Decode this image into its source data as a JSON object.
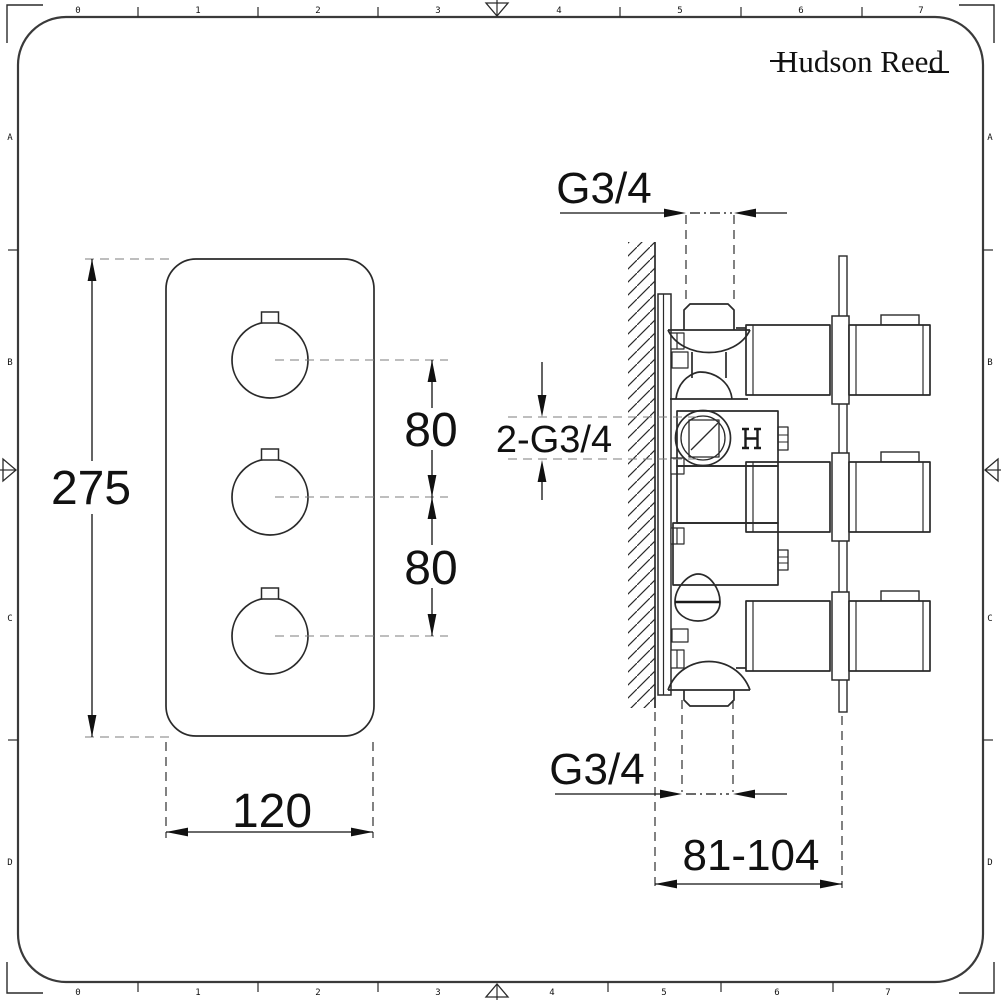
{
  "brand": {
    "name": "Hudson Reed"
  },
  "front_view": {
    "height": "275",
    "width": "120",
    "hole_spacing_upper": "80",
    "hole_spacing_lower": "80"
  },
  "side_view": {
    "top_connection": "G3/4",
    "side_connections": "2-G3/4",
    "bottom_connection": "G3/4",
    "installation_depth": "81-104"
  },
  "border": {
    "top_ruler": [
      "0",
      "1",
      "2",
      "3",
      "4",
      "5",
      "6",
      "7"
    ],
    "bottom_ruler": [
      "0",
      "1",
      "2",
      "3",
      "4",
      "5",
      "6",
      "7"
    ],
    "left_labels": [
      "A",
      "B",
      "C",
      "D"
    ],
    "right_labels": [
      "A",
      "B",
      "C",
      "D"
    ]
  },
  "colors": {
    "background": "#ffffff",
    "line": "#2a2a2a",
    "dimension": "#111111",
    "centerline": "#7d7d7d"
  }
}
